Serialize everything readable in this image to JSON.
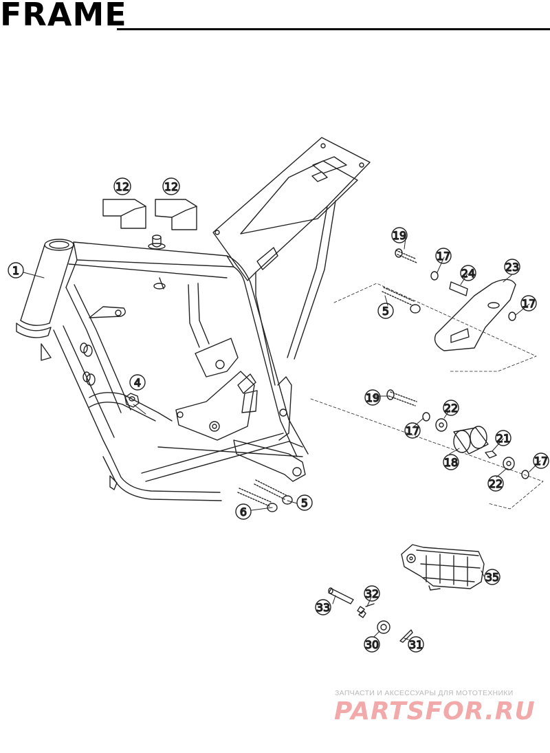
{
  "title": "FRAME",
  "parts": [
    {
      "label": "1",
      "name": "frame"
    },
    {
      "label": "4",
      "name": "nut"
    },
    {
      "label": "5",
      "name": "bolt"
    },
    {
      "label": "5",
      "name": "bolt"
    },
    {
      "label": "6",
      "name": "bolt"
    },
    {
      "label": "12",
      "name": "frame-guard"
    },
    {
      "label": "12",
      "name": "frame-guard"
    },
    {
      "label": "17",
      "name": "washer"
    },
    {
      "label": "17",
      "name": "washer"
    },
    {
      "label": "17",
      "name": "washer"
    },
    {
      "label": "17",
      "name": "washer"
    },
    {
      "label": "18",
      "name": "bushing"
    },
    {
      "label": "19",
      "name": "bolt"
    },
    {
      "label": "19",
      "name": "bolt"
    },
    {
      "label": "21",
      "name": "spacer"
    },
    {
      "label": "22",
      "name": "bearing"
    },
    {
      "label": "22",
      "name": "bearing"
    },
    {
      "label": "23",
      "name": "chain-guide"
    },
    {
      "label": "24",
      "name": "spacer"
    },
    {
      "label": "30",
      "name": "washer"
    },
    {
      "label": "31",
      "name": "cotter-pin"
    },
    {
      "label": "32",
      "name": "spring"
    },
    {
      "label": "33",
      "name": "pin"
    },
    {
      "label": "35",
      "name": "footrest"
    }
  ],
  "watermark": {
    "tagline": "ЗАПЧАСТИ И АКСЕССУАРЫ ДЛЯ МОТОТЕХНИКИ",
    "logo_text": "PARTSFOR.RU",
    "color": "#f2a9a9"
  },
  "colors": {
    "line": "#222222",
    "watermark_gray": "#b9b9b9",
    "watermark_red": "#f2a9a9"
  }
}
